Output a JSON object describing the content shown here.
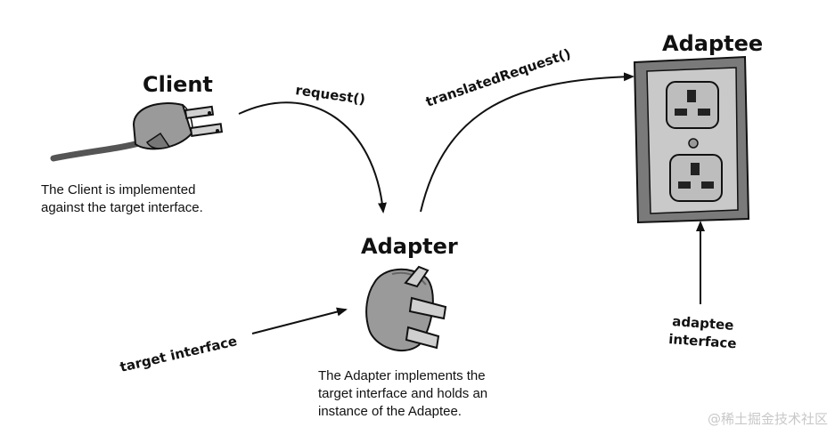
{
  "titles": {
    "client": "Client",
    "adapter": "Adapter",
    "adaptee": "Adaptee"
  },
  "arrow_labels": {
    "request": "request()",
    "translated_request": "translatedRequest()",
    "target_interface": "target interface",
    "adaptee_interface_line1": "adaptee",
    "adaptee_interface_line2": "interface"
  },
  "descriptions": {
    "client": [
      "The Client is implemented",
      "against the target interface."
    ],
    "adapter": [
      "The Adapter implements the",
      "target interface and holds an",
      "instance of the Adaptee."
    ]
  },
  "watermark": "@稀土掘金技术社区",
  "colors": {
    "ink": "#111111",
    "plug_body": "#9a9a9a",
    "outlet_face": "#c9c9c9",
    "outlet_frame": "#7a7a7a"
  }
}
